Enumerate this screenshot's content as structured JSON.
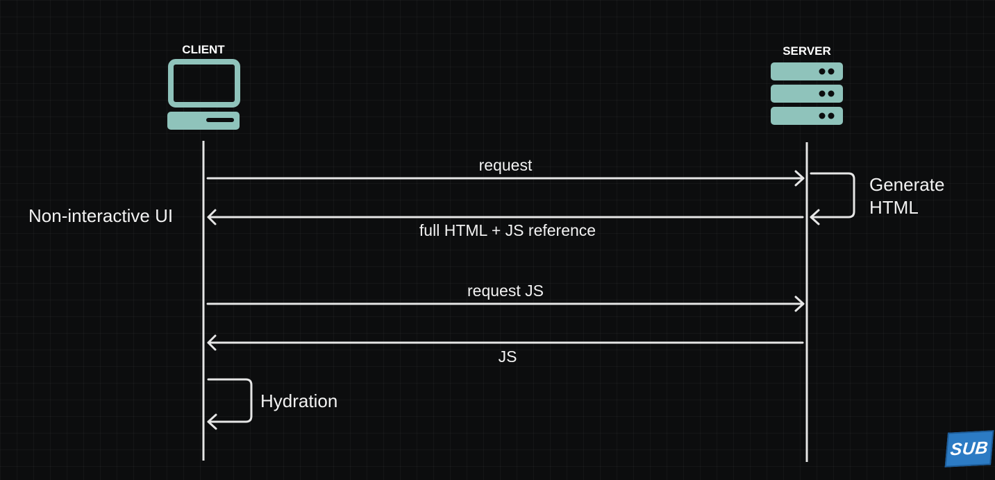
{
  "client": {
    "label": "CLIENT",
    "icon": "computer-icon"
  },
  "server": {
    "label": "SERVER",
    "icon": "server-icon"
  },
  "messages": {
    "request": "request",
    "full_html": "full HTML + JS reference",
    "request_js": "request JS",
    "js": "JS"
  },
  "notes": {
    "non_interactive": "Non-interactive UI",
    "generate_line1": "Generate",
    "generate_line2": "HTML",
    "hydration": "Hydration"
  },
  "badge": {
    "text": "SUB",
    "color": "#2c7bc4"
  },
  "colors": {
    "lines": "#e6e6e6",
    "icon": "#8fc3bb",
    "background": "#0c0d0e"
  }
}
